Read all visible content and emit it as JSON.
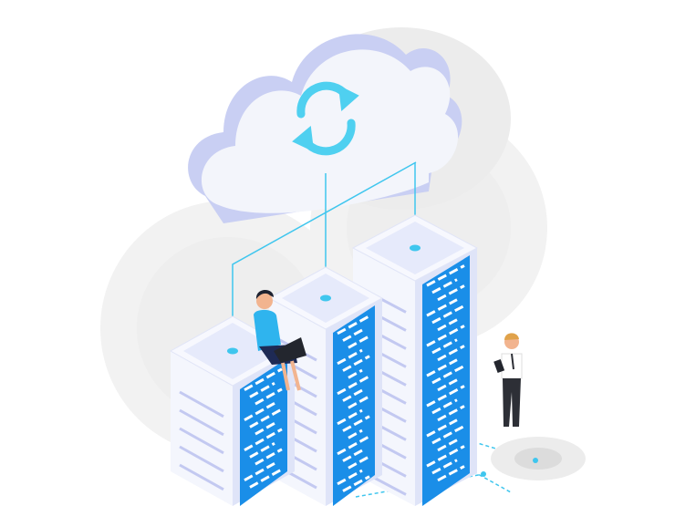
{
  "illustration": {
    "subject": "cloud-server-sync",
    "icons": [
      "cloud-icon",
      "sync-arrows-icon",
      "server-tower",
      "person-with-laptop",
      "person-with-tablet"
    ],
    "colors": {
      "background": "#ffffff",
      "halo": "#ececec",
      "cloud_face": "#f3f5fb",
      "cloud_edge": "#c9cff3",
      "sync_arrows": "#4fd0f0",
      "connector_lines": "#3fc6ee",
      "server_top": "#e6eafb",
      "server_side": "#f4f6fd",
      "server_panel": "#1a8ee8",
      "server_stripes": "#c3c9f1",
      "woman_shirt": "#2fb4ee",
      "man_suit": "#2d2f36"
    }
  }
}
